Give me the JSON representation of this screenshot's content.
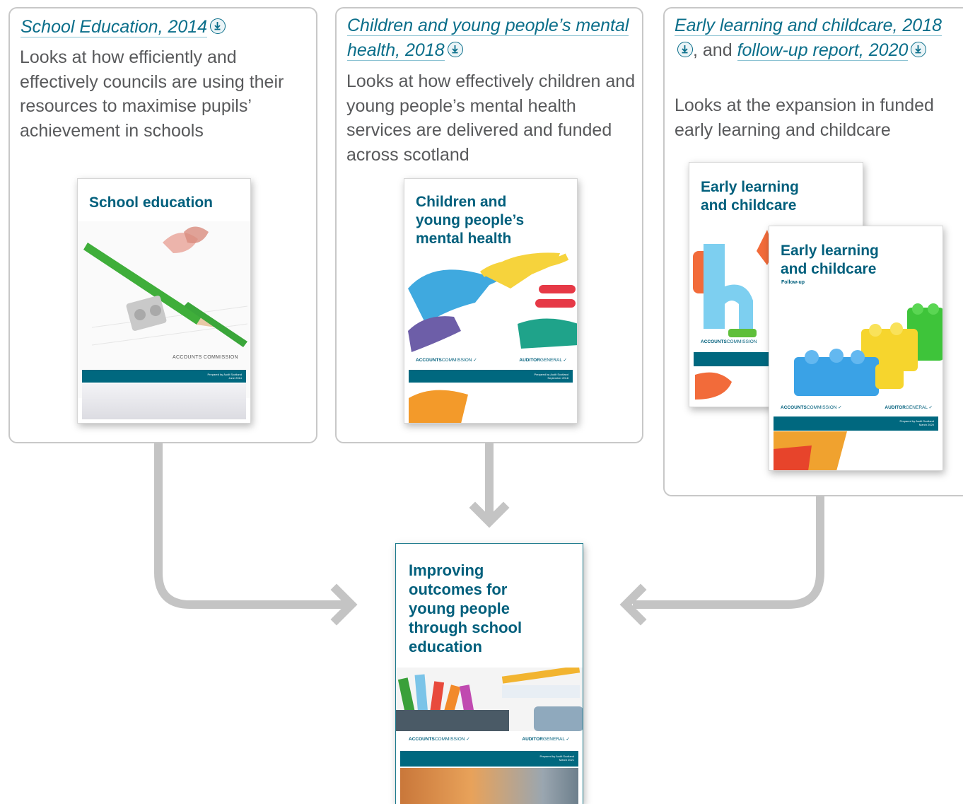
{
  "cards": [
    {
      "title": "School Education, 2014",
      "description": "Looks at how efficiently and effectively councils are using their resources to maximise pupils’ achievement in schools",
      "cover": {
        "title": "School education",
        "logo": "ACCOUNTS COMMISSION",
        "band_line1": "Prepared by Audit Scotland",
        "band_line2": "June 2014"
      }
    },
    {
      "title": "Children and young people’s mental health, 2018",
      "description": "Looks at how effectively children and young people’s mental health services are delivered and funded across scotland",
      "cover": {
        "title": "Children and young people’s mental health",
        "logo_left_bold": "ACCOUNTS",
        "logo_left": "COMMISSION",
        "logo_right_bold": "AUDITOR",
        "logo_right": "GENERAL",
        "band_line1": "Prepared by Audit Scotland",
        "band_line2": "September 2018"
      }
    },
    {
      "title_part1": "Early learning and childcare, 2018",
      "title_joiner": ", and",
      "title_part2": "follow-up report, 2020",
      "description": "Looks at the expansion in funded early learning and childcare",
      "cover_back": {
        "title": "Early learning and childcare",
        "logo_left_bold": "ACCOUNTS",
        "logo_left": "COMMISSION"
      },
      "cover_front": {
        "title": "Early learning and childcare",
        "subtitle": "Follow-up",
        "logo_left_bold": "ACCOUNTS",
        "logo_left": "COMMISSION",
        "logo_right_bold": "AUDITOR",
        "logo_right": "GENERAL",
        "band_line1": "Prepared by Audit Scotland",
        "band_line2": "March 2020"
      }
    }
  ],
  "result_cover": {
    "title": "Improving outcomes for young people through school education",
    "logo_left_bold": "ACCOUNTS",
    "logo_left": "COMMISSION",
    "logo_right_bold": "AUDITOR",
    "logo_right": "GENERAL",
    "band_line1": "Prepared by Audit Scotland",
    "band_line2": "March 2021"
  },
  "colors": {
    "link": "#0a6e8a",
    "text": "#58595b",
    "border": "#c8c8c8",
    "arrow": "#c4c4c4",
    "band": "#00687f"
  },
  "icons": {
    "download": "download-icon",
    "arrow": "arrow-head-icon"
  }
}
